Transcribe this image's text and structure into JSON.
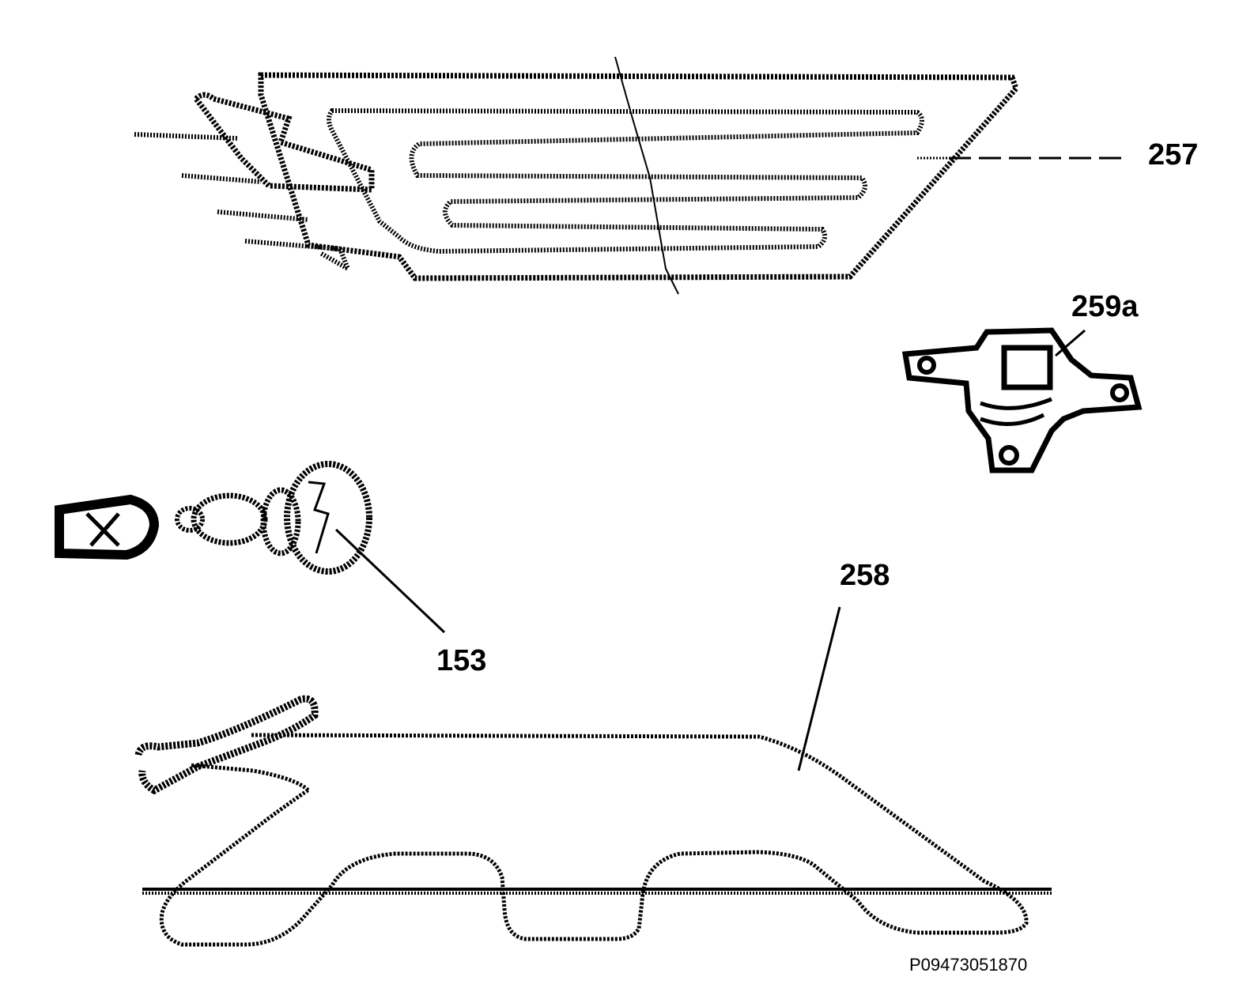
{
  "callouts": {
    "element_257": "257",
    "element_259a": "259a",
    "element_153": "153",
    "element_258": "258"
  },
  "drawing_code": "P09473051870"
}
